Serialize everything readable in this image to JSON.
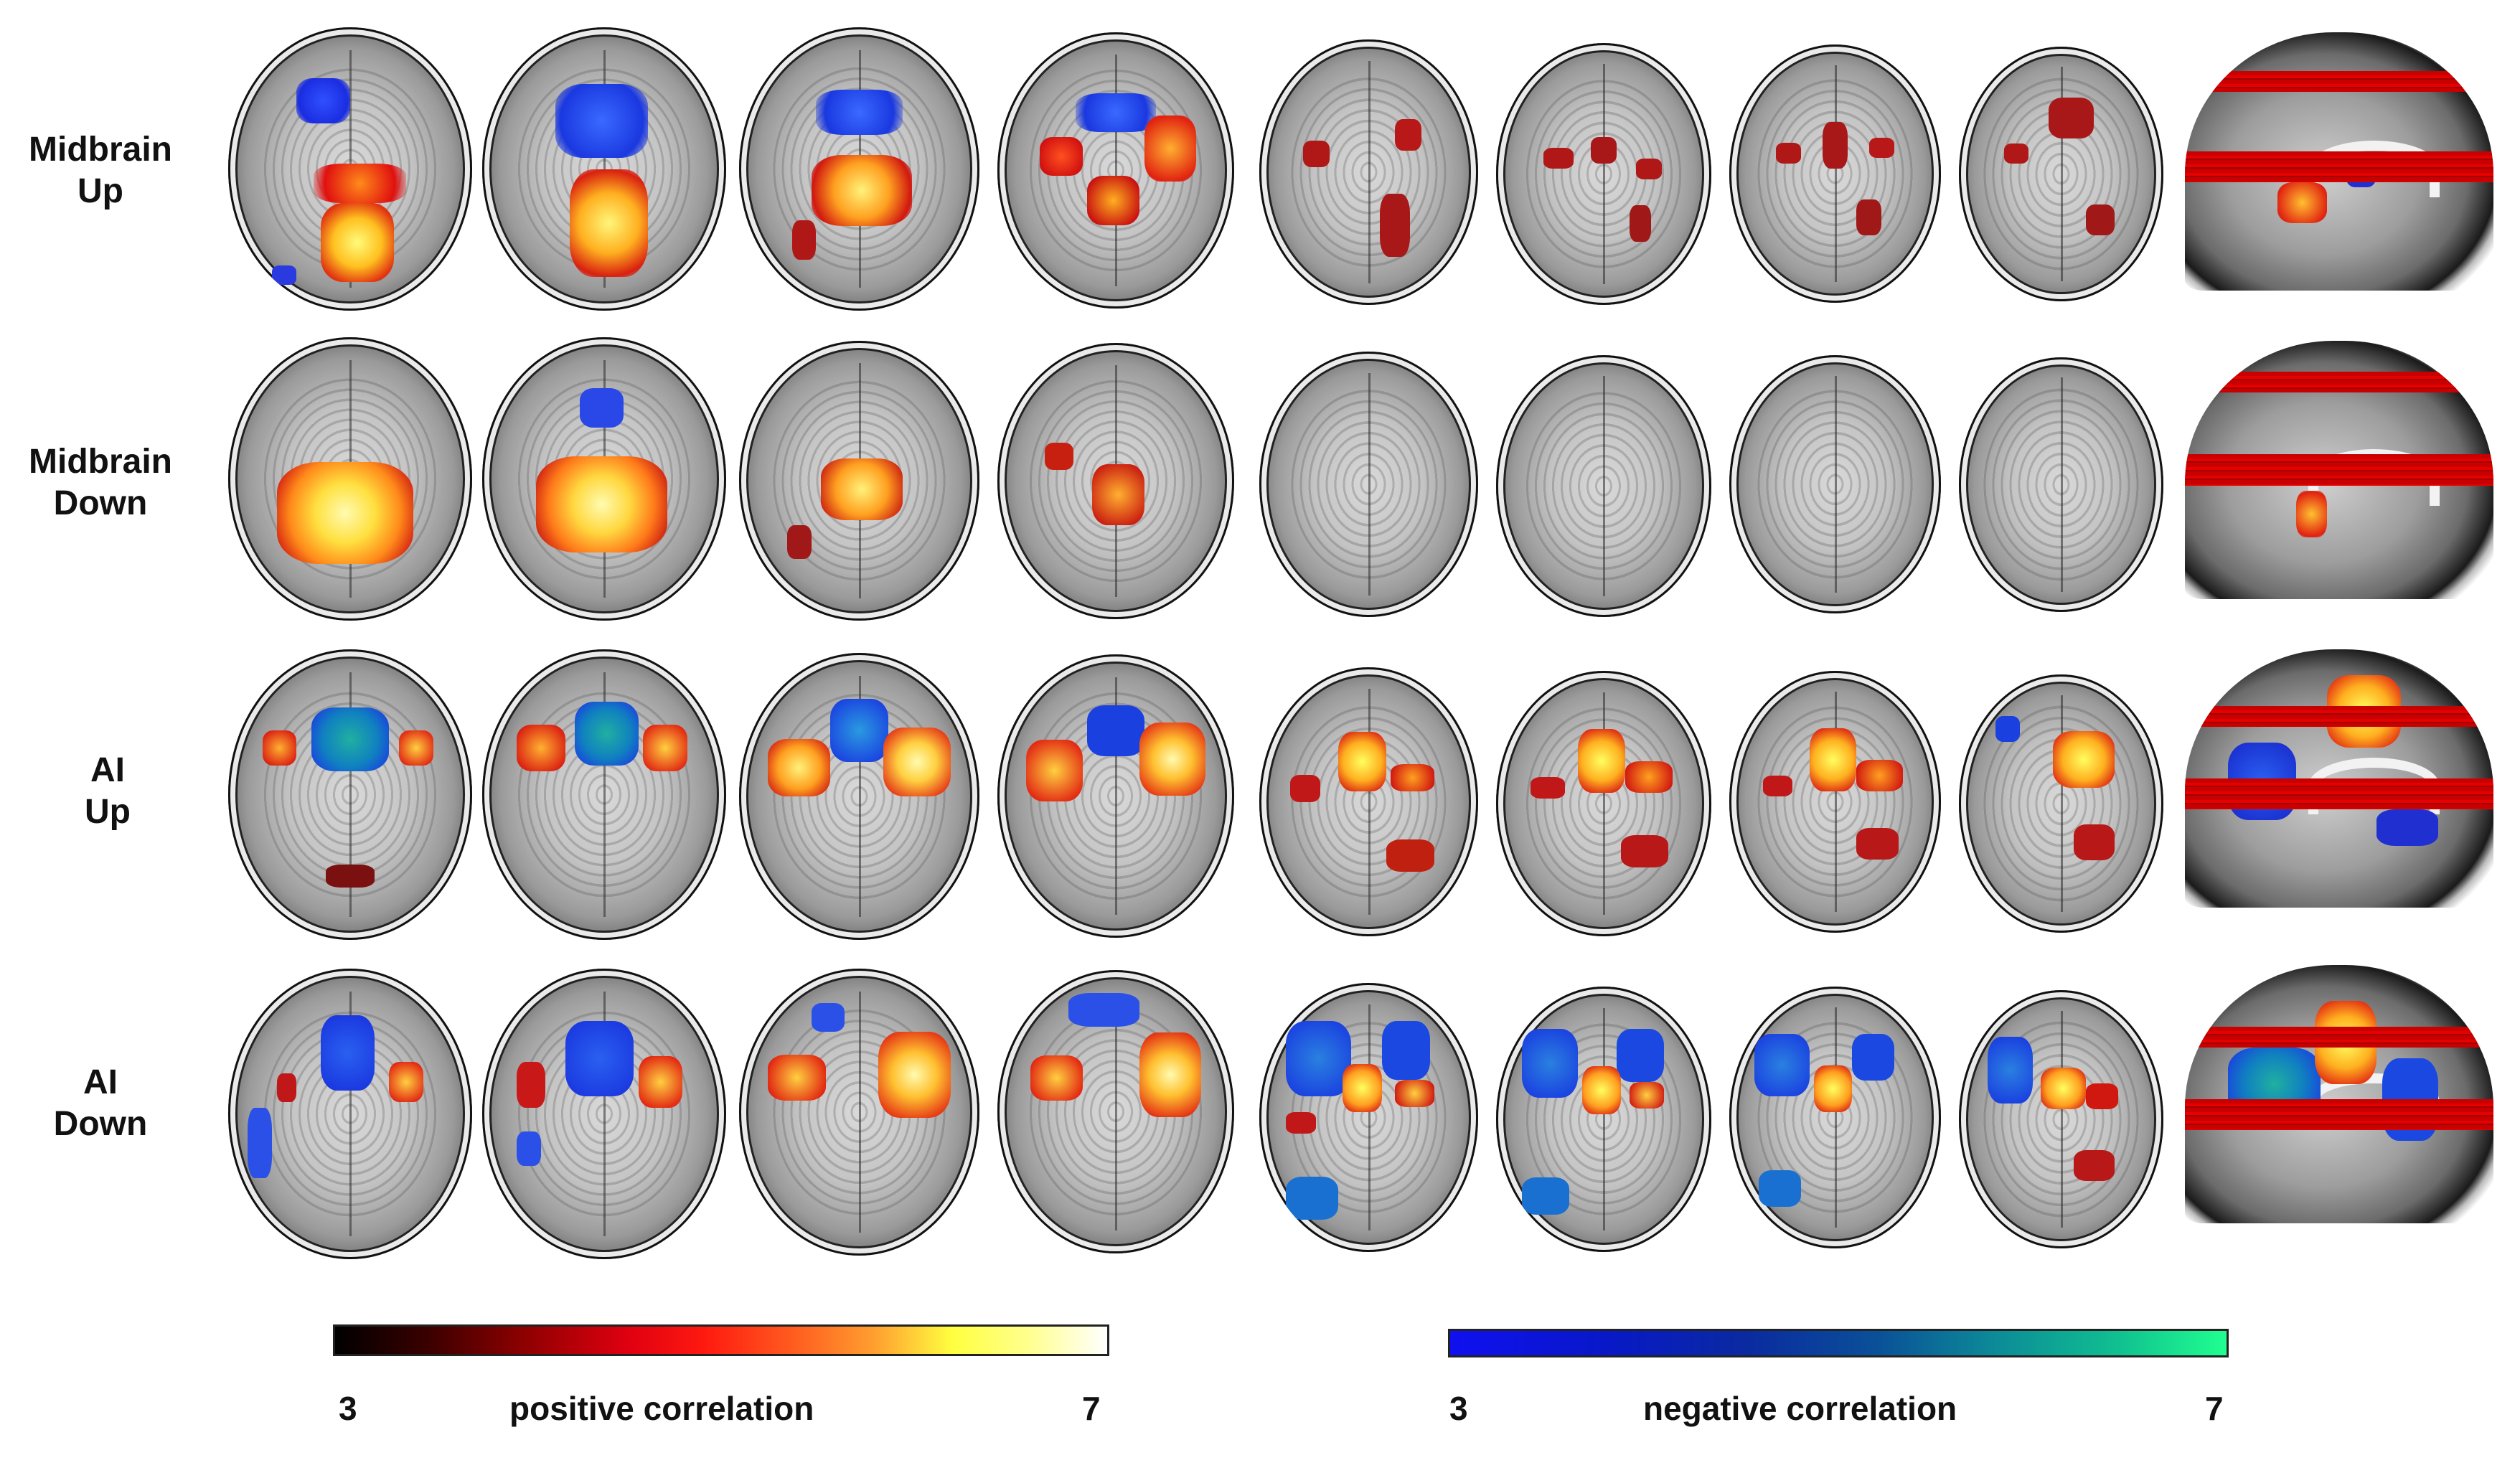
{
  "figure": {
    "rows": [
      {
        "label_line1": "Midbrain",
        "label_line2": "Up"
      },
      {
        "label_line1": "Midbrain",
        "label_line2": "Down"
      },
      {
        "label_line1": "AI",
        "label_line2": "Up"
      },
      {
        "label_line1": "AI",
        "label_line2": "Down"
      }
    ],
    "columns": {
      "axial_slices": 8,
      "sagittal_reference": 1
    }
  },
  "legend": {
    "positive": {
      "label": "positive correlation",
      "min": "3",
      "max": "7",
      "colors": [
        "#000000",
        "#8b0000",
        "#ff0010",
        "#ff8c1a",
        "#ffff40",
        "#ffffff"
      ]
    },
    "negative": {
      "label": "negative correlation",
      "min": "3",
      "max": "7",
      "colors": [
        "#1010f0",
        "#0a2aa0",
        "#0a6a9a",
        "#10b08a",
        "#20ff90"
      ]
    }
  },
  "chart_data": {
    "type": "heatmap",
    "title": "",
    "description_rows": [
      "Midbrain Up",
      "Midbrain Down",
      "AI Up",
      "AI Down"
    ],
    "panels_per_row": [
      "axial 1",
      "axial 2",
      "axial 3",
      "axial 4",
      "axial 5",
      "axial 6",
      "axial 7",
      "axial 8",
      "sagittal"
    ],
    "colorbars": [
      {
        "name": "positive correlation",
        "range": [
          3,
          7
        ],
        "colormap": "hot (black-red-yellow-white)"
      },
      {
        "name": "negative correlation",
        "range": [
          3,
          7
        ],
        "colormap": "winter (blue-green)"
      }
    ]
  }
}
